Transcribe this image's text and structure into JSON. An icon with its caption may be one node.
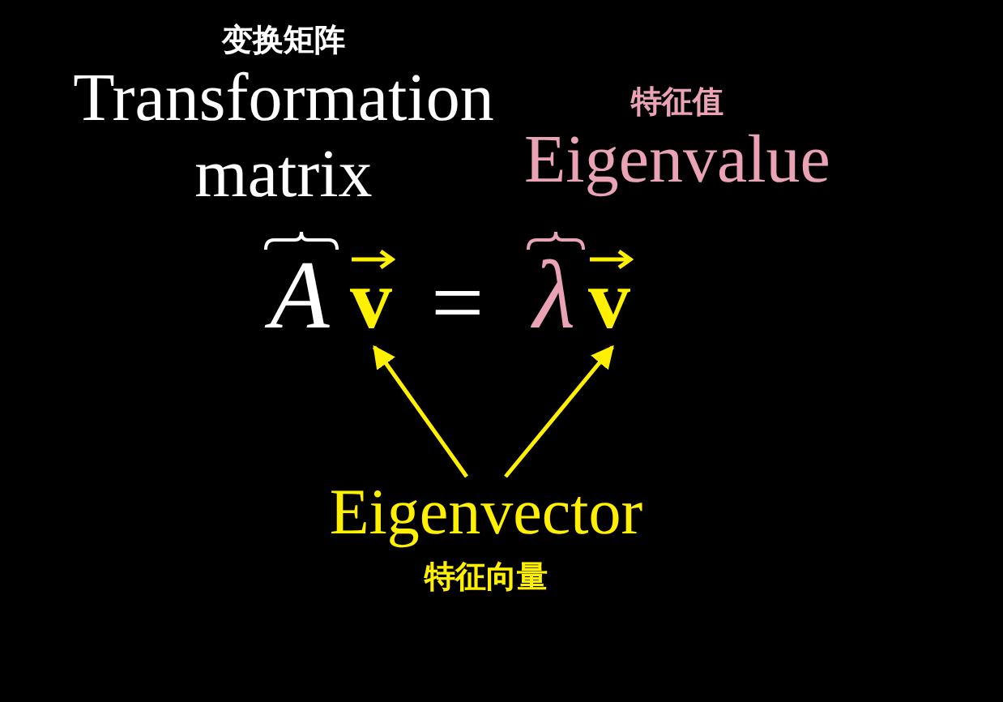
{
  "diagram": {
    "nodes": [
      {
        "text": [
          "变换矩阵",
          "Transformation matrix"
        ]
      },
      {
        "text": [
          "特征值",
          "Eigenvalue"
        ]
      },
      {
        "text": [
          "A"
        ]
      },
      {
        "text": [
          "v"
        ]
      },
      {
        "text": [
          "λ"
        ]
      },
      {
        "text": [
          "v"
        ]
      },
      {
        "text": [
          "Eigenvector",
          "特征向量"
        ]
      }
    ],
    "edges": [
      {
        "from": 6,
        "to": 3,
        "arrow": "to"
      },
      {
        "from": 6,
        "to": 5,
        "arrow": "to"
      }
    ],
    "labels": [
      "="
    ]
  }
}
